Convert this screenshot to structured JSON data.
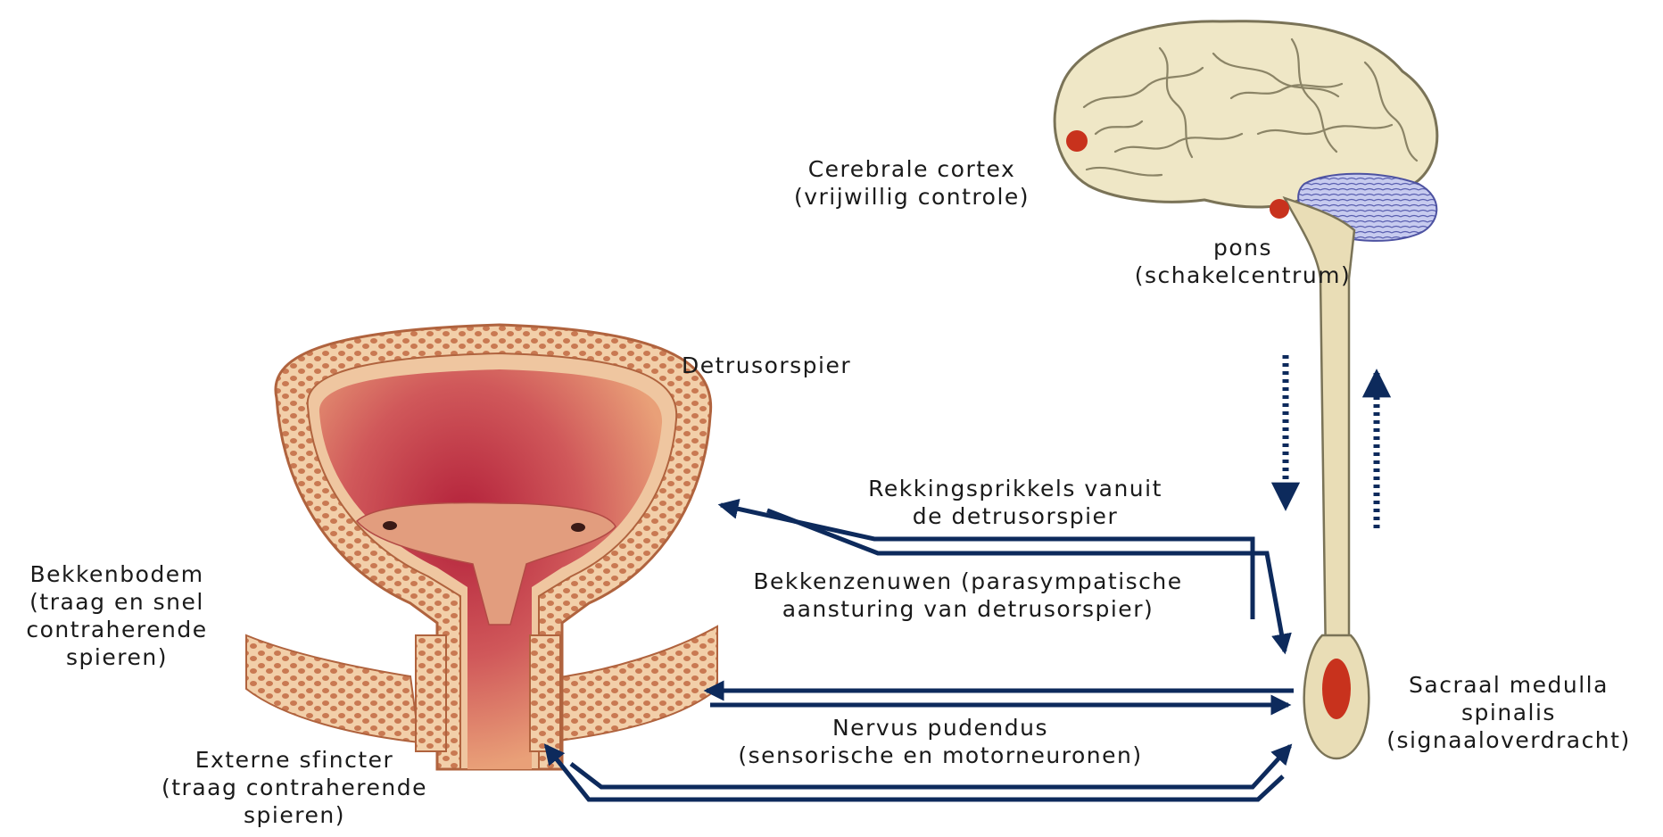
{
  "colors": {
    "arrow": "#0d2a5c",
    "brain_fill": "#efe7c6",
    "brain_stroke": "#7a7357",
    "cerebellum": "#b9bde6",
    "nucleus": "#c8321d",
    "bladder_wall": "#e9b78f",
    "bladder_lumen": "#c84c4e",
    "muscle": "#d9956b"
  },
  "labels": {
    "cortex": [
      "Cerebrale cortex",
      "(vrijwillig controle)"
    ],
    "pons": [
      "pons",
      "(schakelcentrum)"
    ],
    "detrusor": [
      "Detrusorspier"
    ],
    "stretch": [
      "Rekkingsprikkels vanuit",
      "de detrusorspier"
    ],
    "pelvic_nerves": [
      "Bekkenzenuwen (parasympatische",
      "aansturing van detrusorspier)"
    ],
    "pelvic_floor": [
      "Bekkenbodem",
      "(traag en snel",
      "contraherende",
      "spieren)"
    ],
    "sacral": [
      "Sacraal medulla",
      "spinalis",
      "(signaaloverdracht)"
    ],
    "pudendus": [
      "Nervus pudendus",
      "(sensorische en motorneuronen)"
    ],
    "sphincter": [
      "Externe sfincter",
      "(traag contraherende",
      "spieren)"
    ]
  }
}
